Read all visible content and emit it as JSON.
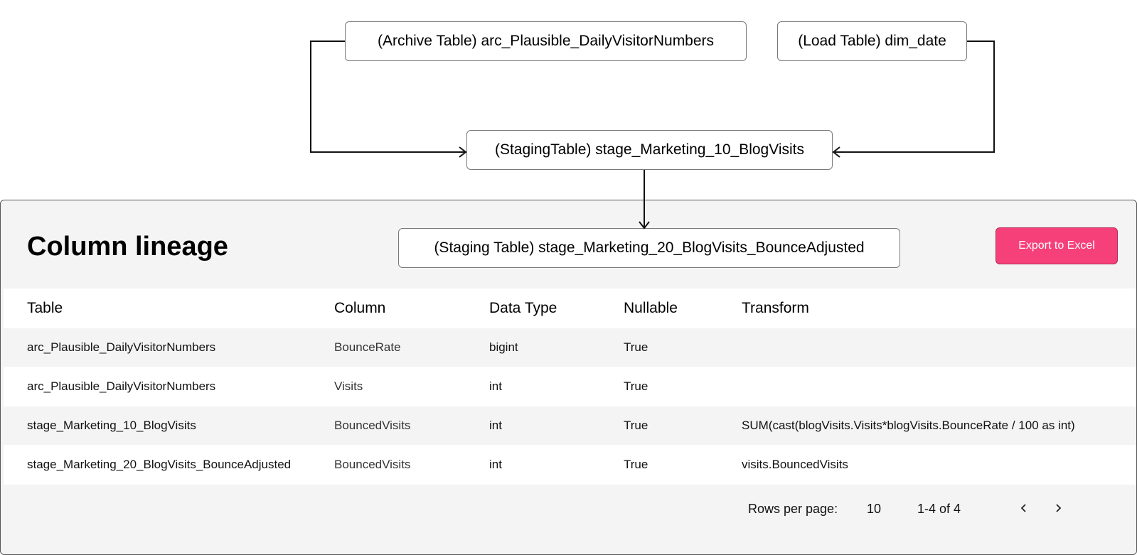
{
  "lineage": {
    "archive_node": "(Archive Table) arc_Plausible_DailyVisitorNumbers",
    "load_node": "(Load Table) dim_date",
    "staging10_node": "(StagingTable) stage_Marketing_10_BlogVisits",
    "staging20_node": "(Staging Table) stage_Marketing_20_BlogVisits_BounceAdjusted"
  },
  "panel": {
    "title": "Column lineage",
    "export_label": "Export to Excel",
    "accent_color": "#f6407a"
  },
  "table": {
    "headers": [
      "Table",
      "Column",
      "Data Type",
      "Nullable",
      "Transform"
    ],
    "rows": [
      [
        "arc_Plausible_DailyVisitorNumbers",
        "BounceRate",
        "bigint",
        "True",
        ""
      ],
      [
        "arc_Plausible_DailyVisitorNumbers",
        "Visits",
        "int",
        "True",
        ""
      ],
      [
        "stage_Marketing_10_BlogVisits",
        "BouncedVisits",
        "int",
        "True",
        "SUM(cast(blogVisits.Visits*blogVisits.BounceRate / 100 as int)"
      ],
      [
        "stage_Marketing_20_BlogVisits_BounceAdjusted",
        "BouncedVisits",
        "int",
        "True",
        "visits.BouncedVisits"
      ]
    ]
  },
  "pagination": {
    "rows_per_page_label": "Rows per page:",
    "rows_per_page": "10",
    "range": "1-4 of 4",
    "prev_icon": "chevron-left-icon",
    "next_icon": "chevron-right-icon"
  }
}
